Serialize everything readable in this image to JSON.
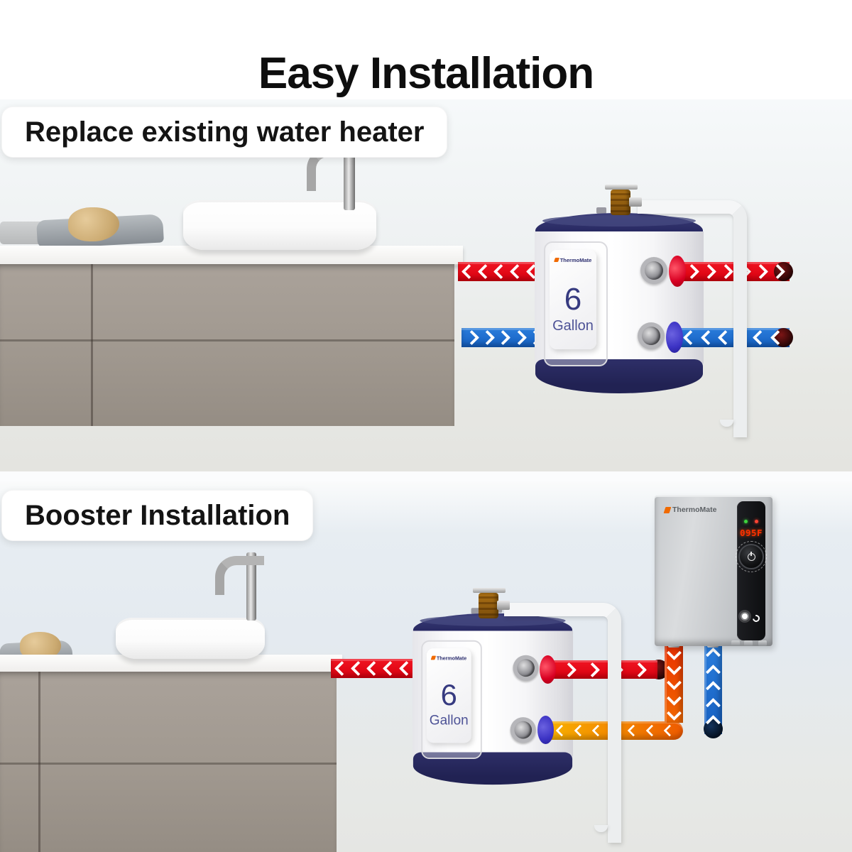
{
  "title": "Easy Installation",
  "sections": [
    {
      "label": "Replace existing water heater"
    },
    {
      "label": "Booster Installation"
    }
  ],
  "tank": {
    "brand": "ThermoMate",
    "size_number": "6",
    "size_unit": "Gallon"
  },
  "heater": {
    "brand": "ThermoMate",
    "display_temp": "095F"
  },
  "colors": {
    "hot": "#e3001b",
    "cold": "#1d70d4",
    "warm_gradient_start": "#f8b000",
    "warm_gradient_end": "#ee5a00",
    "tank_navy": "#2b2c66",
    "cabinet_taupe": "#a29a91",
    "heater_silver": "#c7cacd",
    "display_red": "#ff3000"
  },
  "icons": {
    "flow-chevron": "css-chevron-shape",
    "touch": "css-touch-rings",
    "dial-knob": "css-knob-with-power-symbol",
    "brand-flame": "css-orange-flame-mark"
  }
}
